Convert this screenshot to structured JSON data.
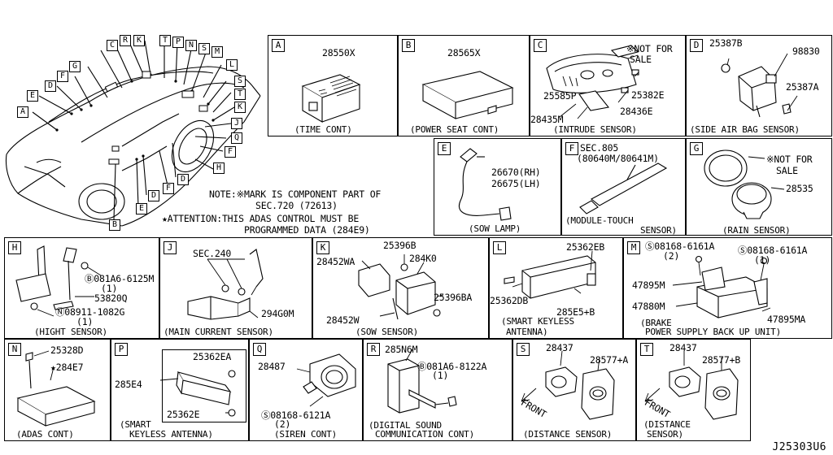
{
  "diagram_id": "J25303U6",
  "overview": {
    "callouts": [
      "A",
      "E",
      "D",
      "G",
      "F",
      "C",
      "R",
      "K",
      "T",
      "P",
      "N",
      "S",
      "M",
      "L",
      "S",
      "T",
      "K",
      "J",
      "Q",
      "F",
      "H",
      "D",
      "F",
      "D",
      "E",
      "B"
    ],
    "note_line1": "NOTE:※MARK IS COMPONENT PART OF",
    "note_line2": "SEC.720 (72613)",
    "attention_line1": "★ATTENTION:THIS ADAS CONTROL MUST BE",
    "attention_line2": "PROGRAMMED DATA (284E9)"
  },
  "panels": {
    "A": {
      "letter": "A",
      "parts": [
        "28550X"
      ],
      "caption": "(TIME CONT)"
    },
    "B": {
      "letter": "B",
      "parts": [
        "28565X"
      ],
      "caption": "(POWER SEAT CONT)"
    },
    "C": {
      "letter": "C",
      "parts": [
        "※NOT FOR",
        "SALE",
        "25585P",
        "25382E",
        "28435M",
        "28436E"
      ],
      "caption": "(INTRUDE SENSOR)"
    },
    "D": {
      "letter": "D",
      "parts": [
        "25387B",
        "98830",
        "25387A"
      ],
      "caption": "(SIDE AIR BAG SENSOR)"
    },
    "E": {
      "letter": "E",
      "parts": [
        "26670(RH)",
        "26675(LH)"
      ],
      "caption": "(SOW LAMP)"
    },
    "F": {
      "letter": "F",
      "parts": [
        "SEC.805",
        "(80640M/80641M)"
      ],
      "caption": "(MODULE-TOUCH",
      "caption2": "SENSOR)"
    },
    "G": {
      "letter": "G",
      "parts": [
        "※NOT FOR",
        "SALE",
        "28535"
      ],
      "caption": "(RAIN SENSOR)"
    },
    "H": {
      "letter": "H",
      "parts": [
        "Ⓑ081A6-6125M",
        "(1)",
        "53820Q",
        "Ⓝ08911-1082G",
        "(1)"
      ],
      "caption": "(HIGHT SENSOR)"
    },
    "J": {
      "letter": "J",
      "parts": [
        "SEC.240",
        "294G0M"
      ],
      "caption": "(MAIN CURRENT SENSOR)"
    },
    "K": {
      "letter": "K",
      "parts": [
        "25396B",
        "28452WA",
        "284K0",
        "25396BA",
        "28452W"
      ],
      "caption": "(SOW SENSOR)"
    },
    "L": {
      "letter": "L",
      "parts": [
        "25362EB",
        "25362DB",
        "285E5+B"
      ],
      "caption": "(SMART KEYLESS",
      "caption2": "ANTENNA)"
    },
    "M": {
      "letter": "M",
      "parts": [
        "Ⓢ08168-6161A",
        "(2)",
        "Ⓢ08168-6161A",
        "(1)",
        "47895M",
        "47880M",
        "47895MA"
      ],
      "caption": "(BRAKE",
      "caption2": "POWER SUPPLY BACK UP UNIT)"
    },
    "N": {
      "letter": "N",
      "parts": [
        "25328D",
        "★284E7"
      ],
      "caption": "(ADAS CONT)"
    },
    "P": {
      "letter": "P",
      "parts": [
        "25362EA",
        "285E4",
        "25362E"
      ],
      "caption": "(SMART",
      "caption2": "KEYLESS ANTENNA)"
    },
    "Q": {
      "letter": "Q",
      "parts": [
        "28487",
        "Ⓢ08168-6121A",
        "(2)"
      ],
      "caption": "(SIREN CONT)"
    },
    "R": {
      "letter": "R",
      "parts": [
        "285N6M",
        "Ⓑ081A6-8122A",
        "(1)"
      ],
      "caption": "(DIGITAL SOUND",
      "caption2": "COMMUNICATION CONT)"
    },
    "S": {
      "letter": "S",
      "parts": [
        "28437",
        "28577+A",
        "FRONT"
      ],
      "caption": "(DISTANCE SENSOR)"
    },
    "T": {
      "letter": "T",
      "parts": [
        "28437",
        "28577+B",
        "FRONT"
      ],
      "caption": "(DISTANCE",
      "caption2": "SENSOR)"
    }
  }
}
